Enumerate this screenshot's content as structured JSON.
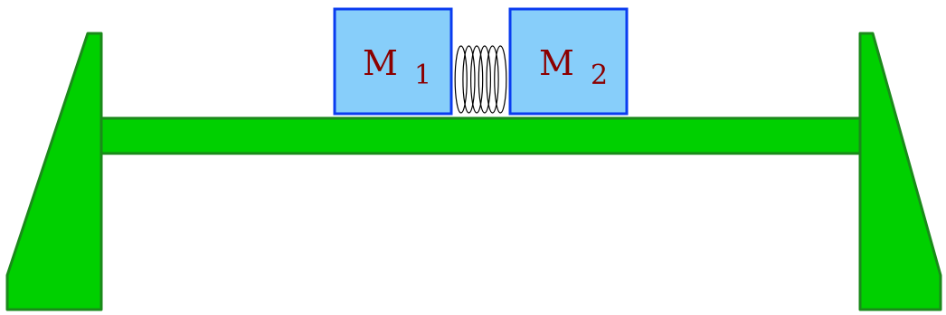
{
  "masses": {
    "left": {
      "letter": "M",
      "subscript": "1"
    },
    "right": {
      "letter": "M",
      "subscript": "2"
    }
  },
  "colors": {
    "support_fill": "#00d000",
    "support_stroke": "#1a8a1a",
    "mass_fill": "#87cefa",
    "mass_stroke": "#0a3cf0",
    "label_color": "#8b0000",
    "spring_stroke": "#000000"
  },
  "spring": {
    "coils": 6
  }
}
